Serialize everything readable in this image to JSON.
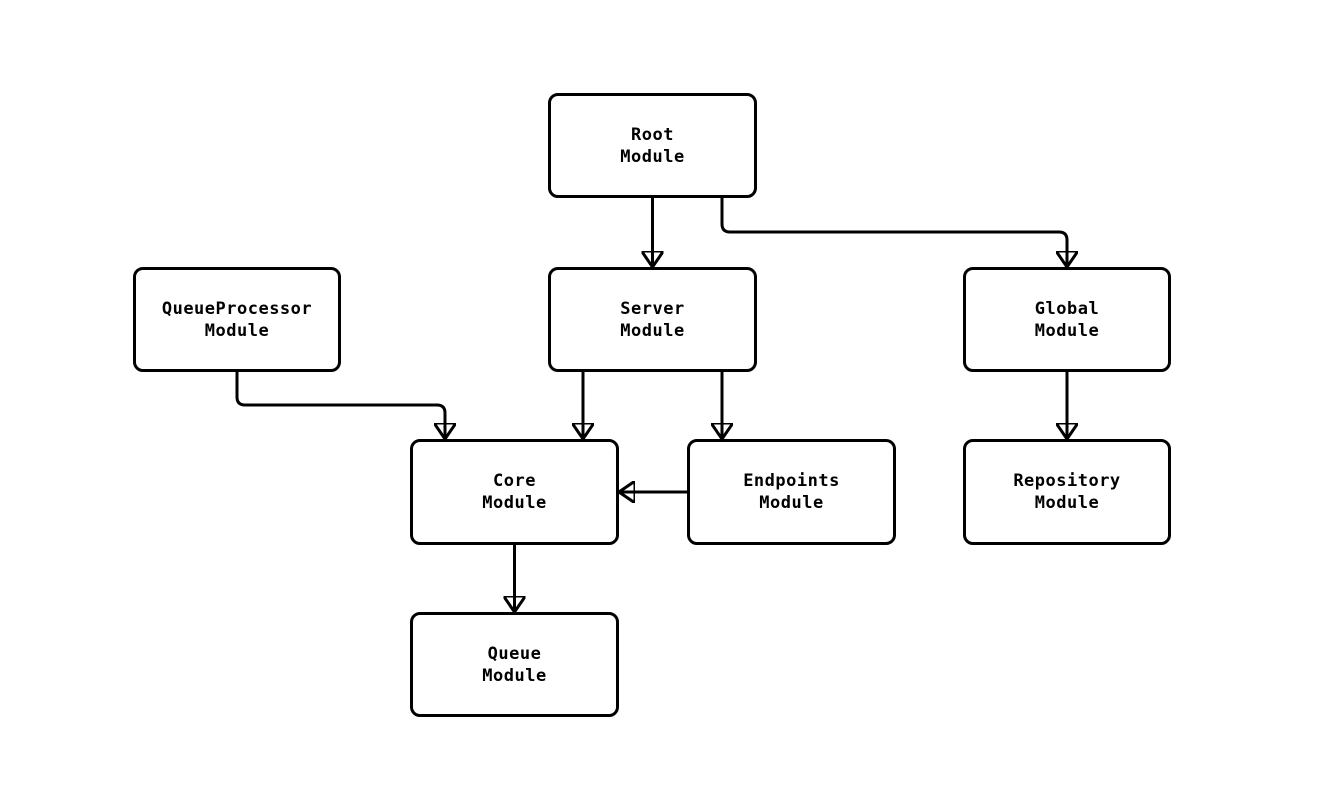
{
  "diagram": {
    "type": "module-dependency-graph",
    "colors": {
      "background": "#ffffff",
      "node_fill": "#ffffff",
      "node_border": "#000000",
      "edge": "#000000",
      "text": "#000000"
    },
    "nodes": {
      "root": {
        "line1": "Root",
        "line2": "Module"
      },
      "queue_processor": {
        "line1": "QueueProcessor",
        "line2": "Module"
      },
      "server": {
        "line1": "Server",
        "line2": "Module"
      },
      "global": {
        "line1": "Global",
        "line2": "Module"
      },
      "core": {
        "line1": "Core",
        "line2": "Module"
      },
      "endpoints": {
        "line1": "Endpoints",
        "line2": "Module"
      },
      "repository": {
        "line1": "Repository",
        "line2": "Module"
      },
      "queue": {
        "line1": "Queue",
        "line2": "Module"
      }
    },
    "edges": [
      {
        "from": "root",
        "to": "server"
      },
      {
        "from": "root",
        "to": "global"
      },
      {
        "from": "queue_processor",
        "to": "core"
      },
      {
        "from": "server",
        "to": "core"
      },
      {
        "from": "server",
        "to": "endpoints"
      },
      {
        "from": "endpoints",
        "to": "core"
      },
      {
        "from": "core",
        "to": "queue"
      },
      {
        "from": "global",
        "to": "repository"
      }
    ]
  }
}
